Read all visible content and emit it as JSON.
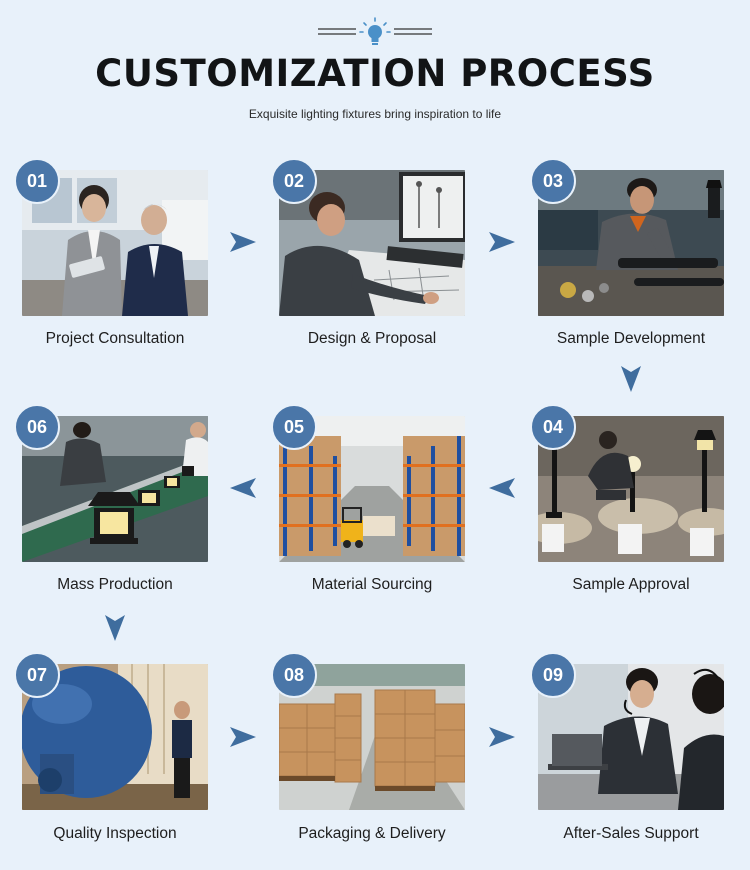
{
  "header": {
    "icon": "lightbulb-icon",
    "title": "CUSTOMIZATION PROCESS",
    "subtitle": "Exquisite lighting fixtures bring inspiration to life"
  },
  "colors": {
    "background": "#e8f1fa",
    "accent": "#4a76a8",
    "title": "#121416"
  },
  "steps": [
    {
      "number": "01",
      "label": "Project Consultation",
      "image": "two-men-reviewing-tablet-in-office"
    },
    {
      "number": "02",
      "label": "Design & Proposal",
      "image": "designer-drawing-lamp-sketches-at-computer"
    },
    {
      "number": "03",
      "label": "Sample Development",
      "image": "worker-assembling-lamp-in-workshop"
    },
    {
      "number": "04",
      "label": "Sample Approval",
      "image": "inspector-checking-garden-lamp-samples"
    },
    {
      "number": "05",
      "label": "Material Sourcing",
      "image": "warehouse-racks-with-forklift"
    },
    {
      "number": "06",
      "label": "Mass Production",
      "image": "lantern-assembly-line"
    },
    {
      "number": "07",
      "label": "Quality Inspection",
      "image": "integrating-sphere-test-equipment"
    },
    {
      "number": "08",
      "label": "Packaging & Delivery",
      "image": "stacked-cartons-on-pallets"
    },
    {
      "number": "09",
      "label": "After-Sales Support",
      "image": "support-agents-with-headsets"
    }
  ],
  "arrows": [
    "arrow-right",
    "arrow-right",
    "arrow-down",
    "arrow-left",
    "arrow-left",
    "arrow-down",
    "arrow-right",
    "arrow-right"
  ]
}
